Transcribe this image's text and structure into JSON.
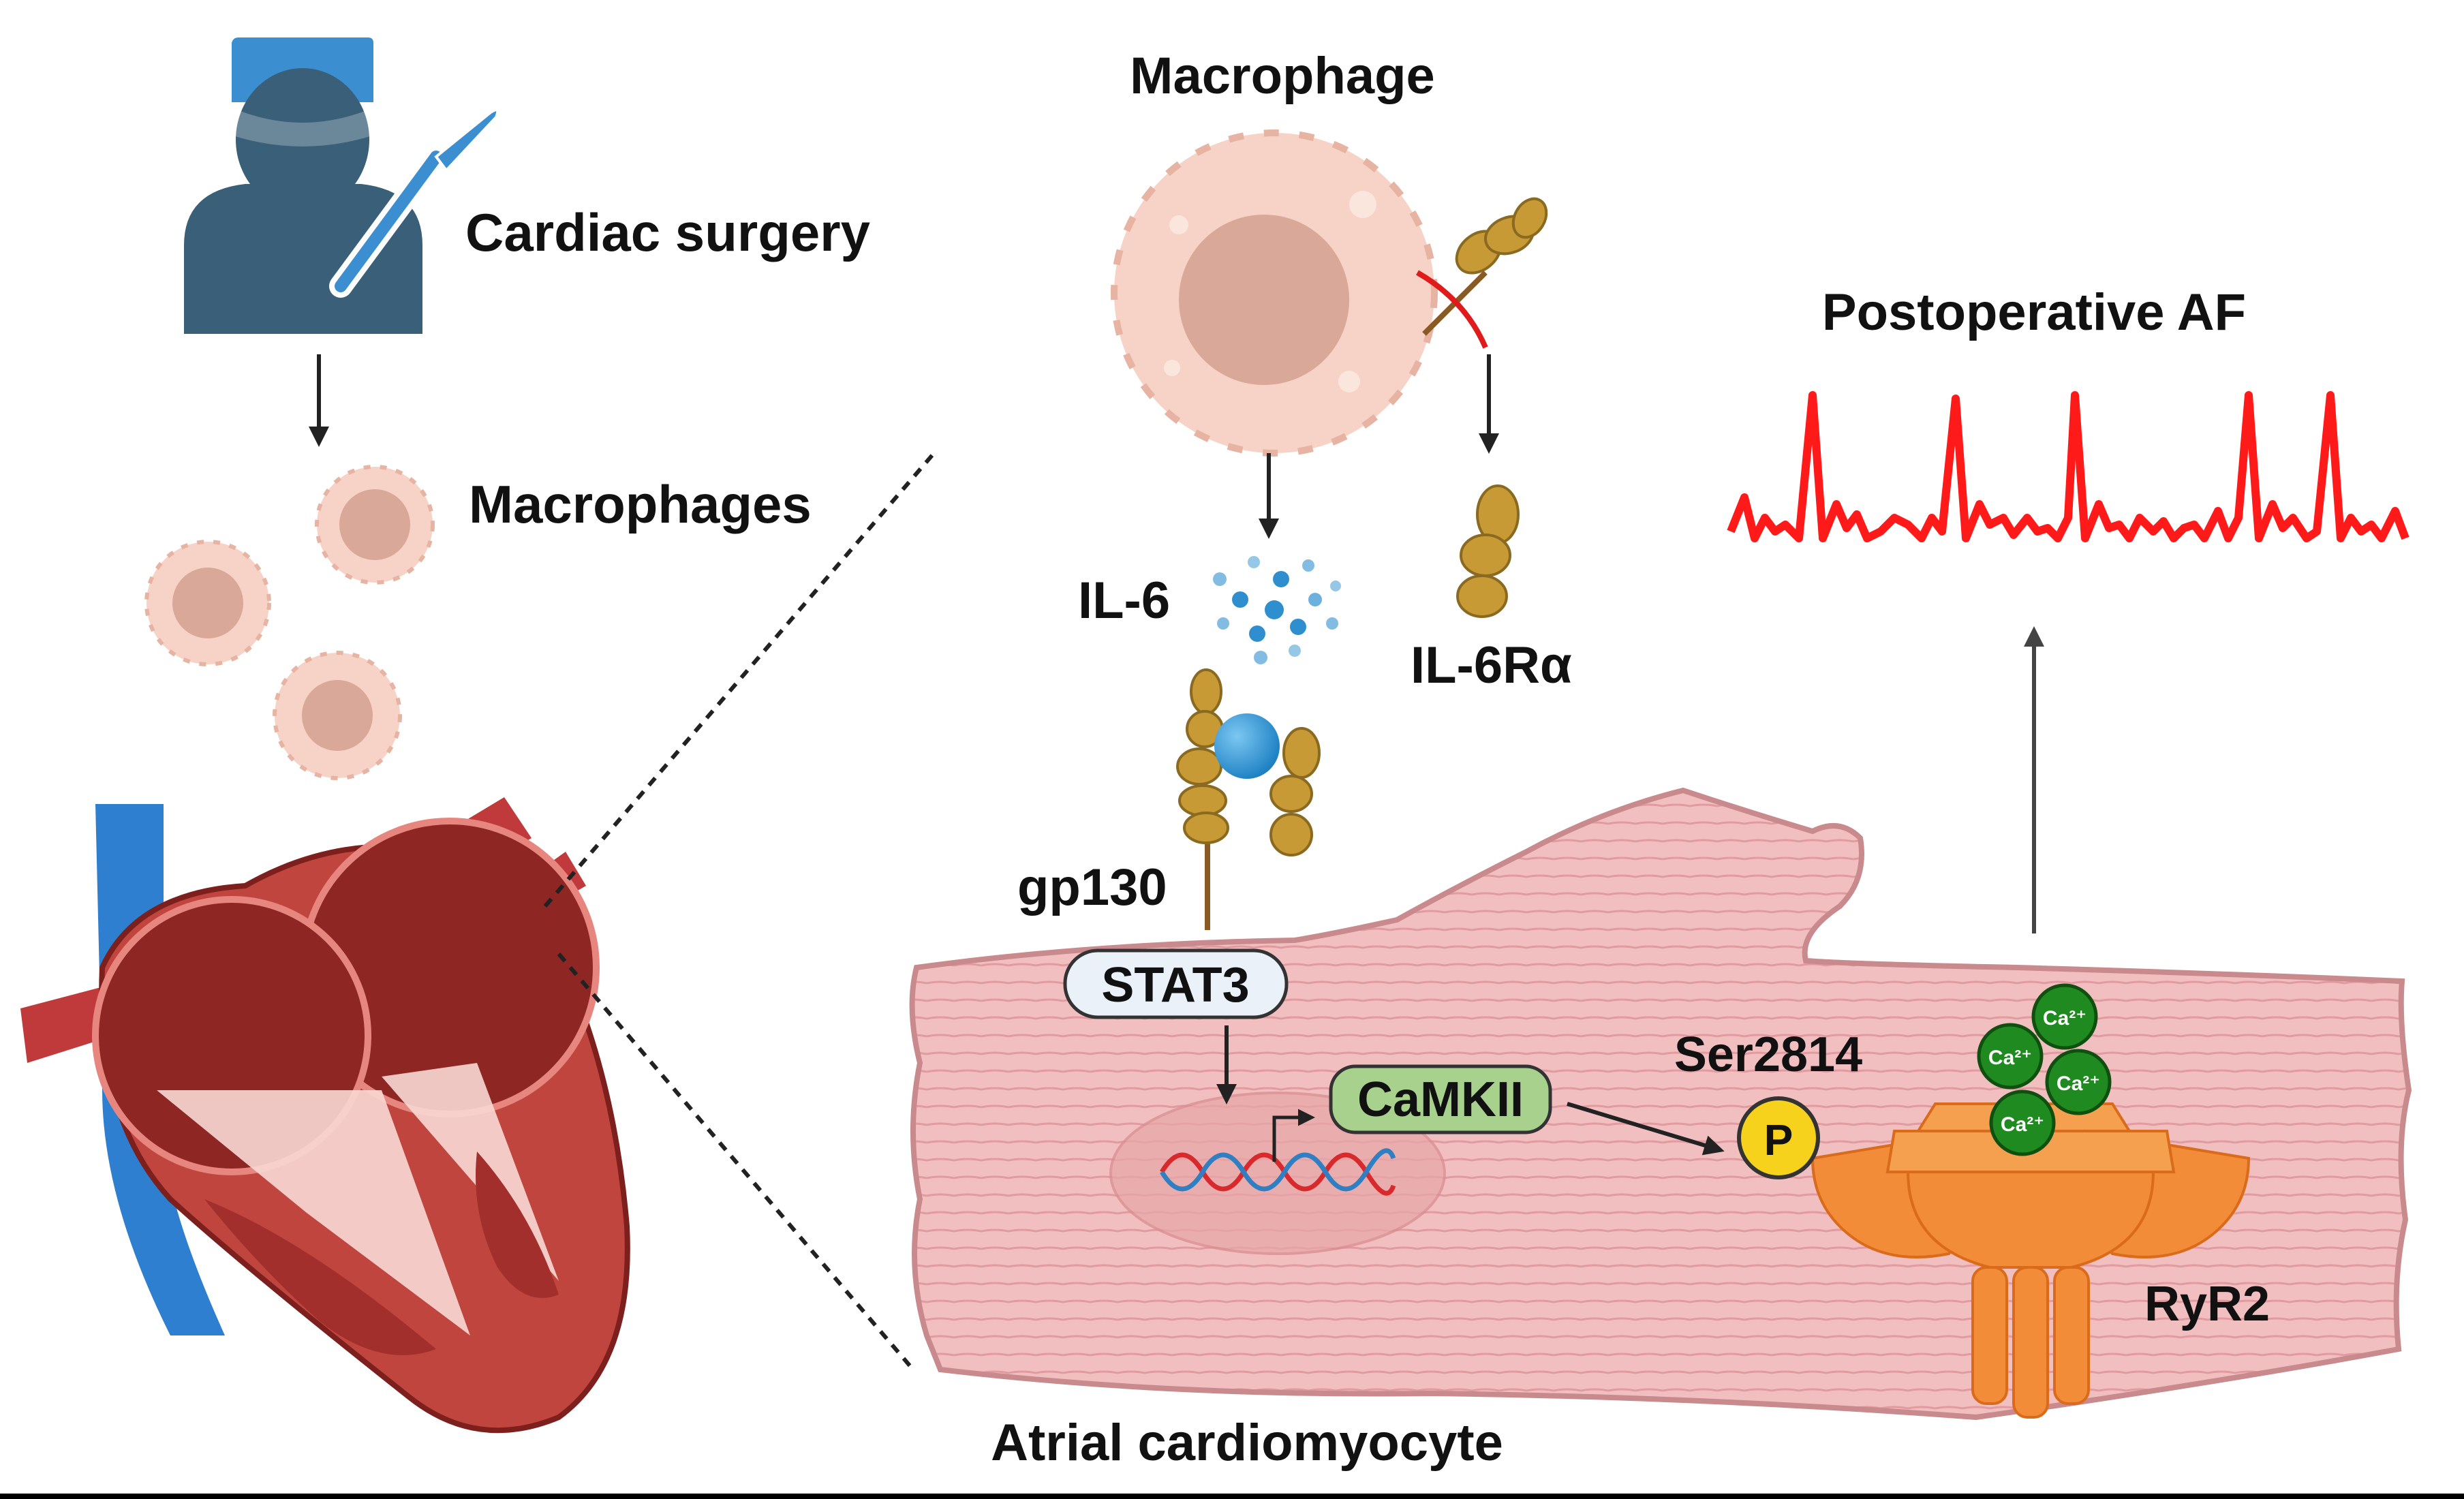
{
  "labels": {
    "cardiac_surgery": "Cardiac surgery",
    "macrophages": "Macrophages",
    "macrophage": "Macrophage",
    "il6": "IL-6",
    "il6ra": "IL-6Rα",
    "gp130": "gp130",
    "stat3": "STAT3",
    "camkii": "CaMKII",
    "ser2814": "Ser2814",
    "phospho": "P",
    "ryr2": "RyR2",
    "postoperative_af": "Postoperative AF",
    "atrial_cardiomyocyte": "Atrial cardiomyocyte",
    "calcium": "Ca²⁺"
  },
  "colors": {
    "macrophage_fill": "#f6d3c6",
    "macrophage_nucleus": "#d9a898",
    "cardiomyocyte": "#f2bfc0",
    "cardiomyocyte_outline": "#c98a8e",
    "receptor": "#c79a36",
    "il6_dot": "#2f8fce",
    "stat3_box": "#eaf1f8",
    "camkii_box": "#a9d18e",
    "phospho": "#f7d21c",
    "ryr2": "#f28c38",
    "calcium": "#1f8a1f",
    "ecg": "#ff1a1a",
    "surgeon": "#3a5f78",
    "cap": "#3b8fd1",
    "heart": "#c73e3a"
  },
  "icons": {
    "surgeon": "surgeon-icon",
    "scalpel": "scalpel-icon",
    "heart": "heart-cross-section-icon",
    "dna": "dna-icon",
    "ecg": "ecg-trace-icon",
    "block": "inhibition-mark-icon"
  }
}
